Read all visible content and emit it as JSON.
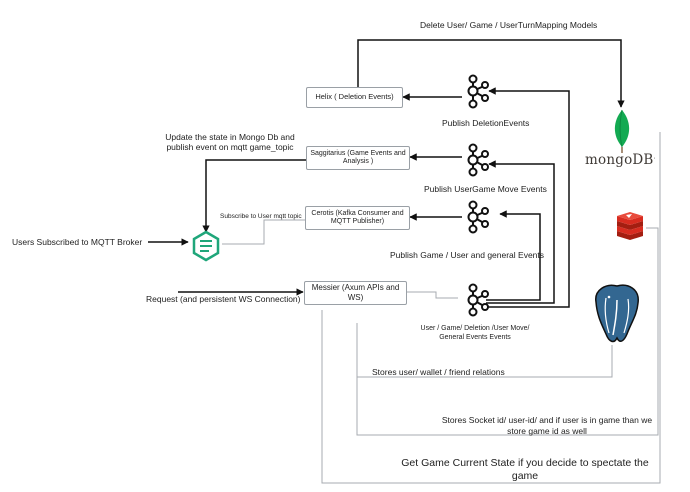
{
  "labels": {
    "delete_models": "Delete User/ Game / UserTurnMapping Models",
    "publish_deletion": "Publish DeletionEvents",
    "update_state": "Update the state in  Mongo Db and publish event on mqtt game_topic",
    "publish_usergame_move": "Publish UserGame Move Events",
    "subscribe_user_mqtt": "Subscribe to User mqtt topic",
    "users_subscribed": "Users Subscribed to MQTT Broker",
    "publish_game_user_general": "Publish Game / User and general Events",
    "request_ws": "Request (and persistent WS Connection)",
    "kafka_topics": "User / Game/ Deletion /User Move/ General Events Events",
    "stores_relations": "Stores user/ wallet / friend relations",
    "stores_socket": "Stores Socket id/ user-id/ and if user is in game than we store game id as well",
    "spectate_state": "Get Game Current State if you decide to spectate the game"
  },
  "boxes": {
    "helix": "Helix ( Deletion Events)",
    "saggitarius": "Saggitarius (Game Events and Analysis )",
    "cerotis": "Cerotis (Kafka Consumer and MQTT Publisher)",
    "messier": "Messier (Axum APIs and WS)"
  },
  "logos": {
    "mongodb": "mongoDB",
    "mongodb_mark": ".",
    "redis_icon": "redis-icon",
    "postgres_icon": "postgresql-icon",
    "mqtt_icon": "mqtt-broker-icon",
    "kafka_icon": "kafka-icon"
  },
  "colors": {
    "mongo_green": "#13aa52",
    "redis_red": "#d82c20",
    "postgres_blue": "#336791",
    "mqtt_green": "#1fa67a",
    "kafka_black": "#111111",
    "line_gray": "#a7abb0"
  }
}
